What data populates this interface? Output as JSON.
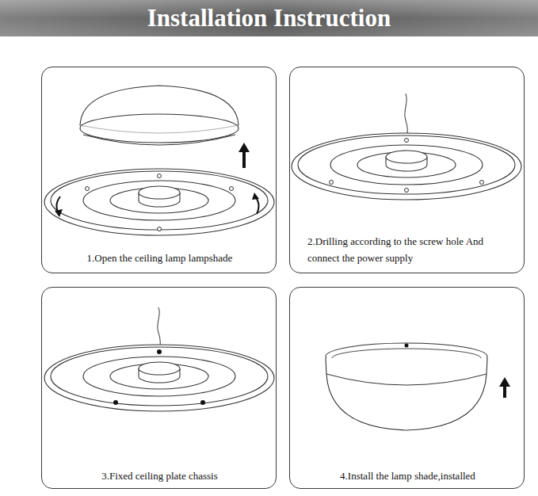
{
  "diagram": {
    "title": "Installation Instruction",
    "nodes": [
      {
        "text": [
          "1.Open the ceiling lamp lampshade"
        ]
      },
      {
        "text": [
          "2.Drilling according to the screw hole And connect the power supply"
        ]
      },
      {
        "text": [
          "3.Fixed ceiling plate chassis"
        ]
      },
      {
        "text": [
          "4.Install the lamp shade,installed"
        ]
      }
    ]
  }
}
